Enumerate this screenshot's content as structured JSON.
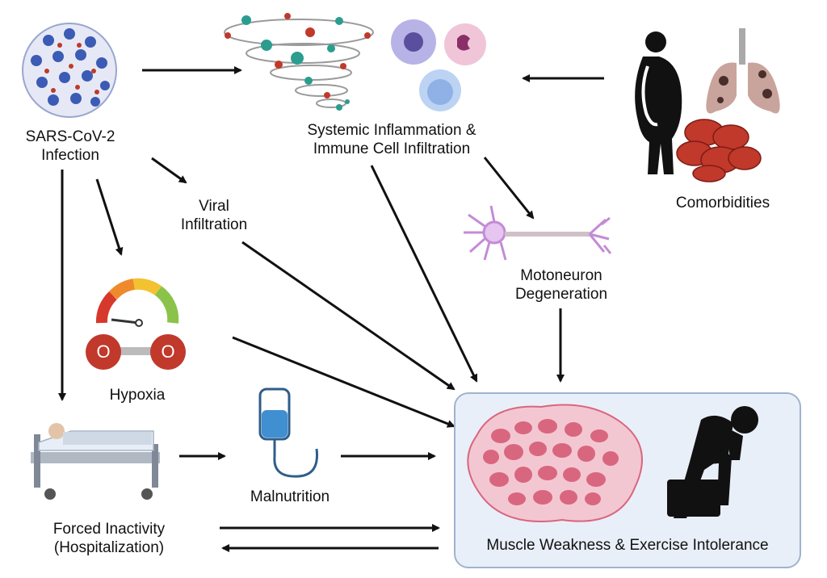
{
  "nodes": {
    "sars": "SARS-CoV-2\nInfection",
    "inflammation": "Systemic Inflammation &\nImmune Cell Infiltration",
    "comorbidities": "Comorbidities",
    "viral": "Viral\nInfiltration",
    "motoneuron": "Motoneuron\nDegeneration",
    "hypoxia": "Hypoxia",
    "malnutrition": "Malnutrition",
    "inactivity": "Forced Inactivity\n(Hospitalization)",
    "outcome": "Muscle Weakness & Exercise Intolerance"
  },
  "icons": {
    "virus": "coronavirus-particle-icon",
    "cytokine": "cytokine-storm-icon",
    "immune_cells": "immune-cells-icon",
    "obesity": "obese-person-icon",
    "lungs": "diseased-lungs-icon",
    "blood": "blood-cells-icon",
    "neuron": "motoneuron-icon",
    "gauge": "oxygen-gauge-icon",
    "oxygen": "o2-molecule-icon",
    "bed": "hospital-bed-icon",
    "iv": "iv-bag-icon",
    "muscle": "muscle-tissue-icon",
    "fatigue": "fatigued-person-icon"
  },
  "icon_text": {
    "oxygen_atom": "O"
  },
  "colors": {
    "arrow": "#111111",
    "outcome_bg": "#e9eff8",
    "virus_blue": "#3b5bb5",
    "muscle_pink": "#d9667f",
    "iv_blue": "#3f8fd1"
  }
}
